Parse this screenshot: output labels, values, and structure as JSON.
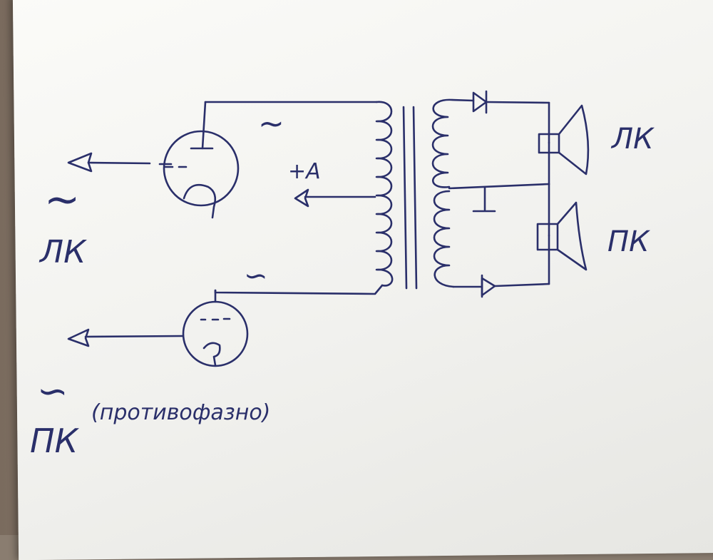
{
  "labels": {
    "speaker_top": "ЛК",
    "speaker_bottom": "ПК",
    "plus_anode": "+A",
    "input_top_wave": "~",
    "input_top_channel": "ЛК",
    "input_bottom_wave": "∽",
    "input_bottom_channel": "ПК",
    "input_bottom_note": "(противофазно)",
    "top_plate_wave": "~",
    "bottom_plate_wave": "∽"
  },
  "colors": {
    "ink": "#2a2f6a",
    "paper": "#f4f4f1",
    "desk": "#8a7d70"
  }
}
